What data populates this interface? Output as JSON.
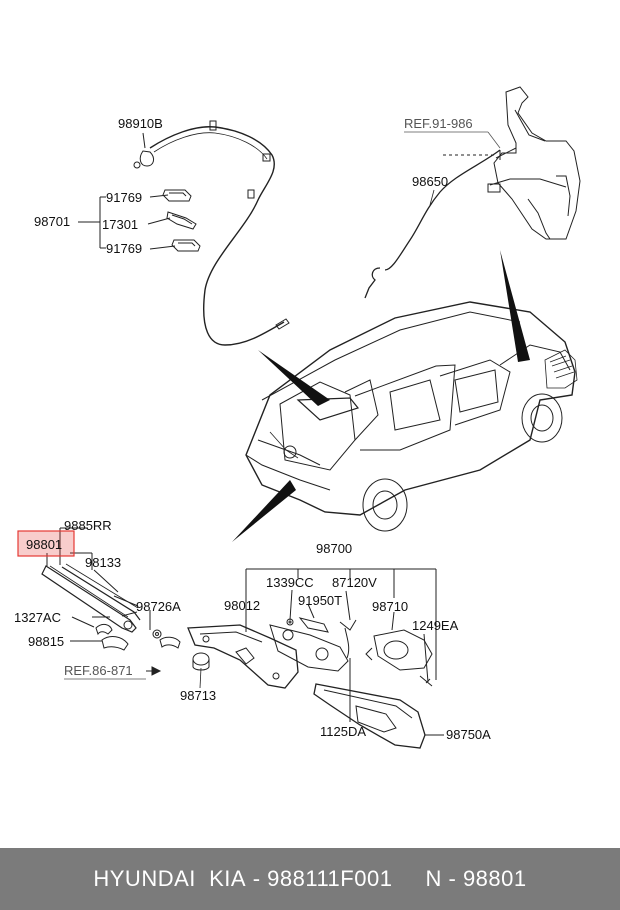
{
  "diagram": {
    "labels": {
      "p98910B": "98910B",
      "p98701": "98701",
      "p91769a": "91769",
      "p17301": "17301",
      "p91769b": "91769",
      "ref91986": "REF.91-986",
      "p98650": "98650",
      "p9885RR": "9885RR",
      "p98801": "98801",
      "p98133": "98133",
      "p98700": "98700",
      "p1339CC": "1339CC",
      "p87120V": "87120V",
      "p91950T": "91950T",
      "p98012": "98012",
      "p98710": "98710",
      "p1249EA": "1249EA",
      "p98726A": "98726A",
      "p1327AC": "1327AC",
      "p98815": "98815",
      "ref86871": "REF.86-871",
      "p98713": "98713",
      "p1125DA": "1125DA",
      "p98750A": "98750A"
    },
    "highlight_color": "#e53935"
  },
  "footer": {
    "brand": "HYUNDAI  KIA",
    "part_number": "988111F001",
    "position_code": "N - 98801"
  }
}
